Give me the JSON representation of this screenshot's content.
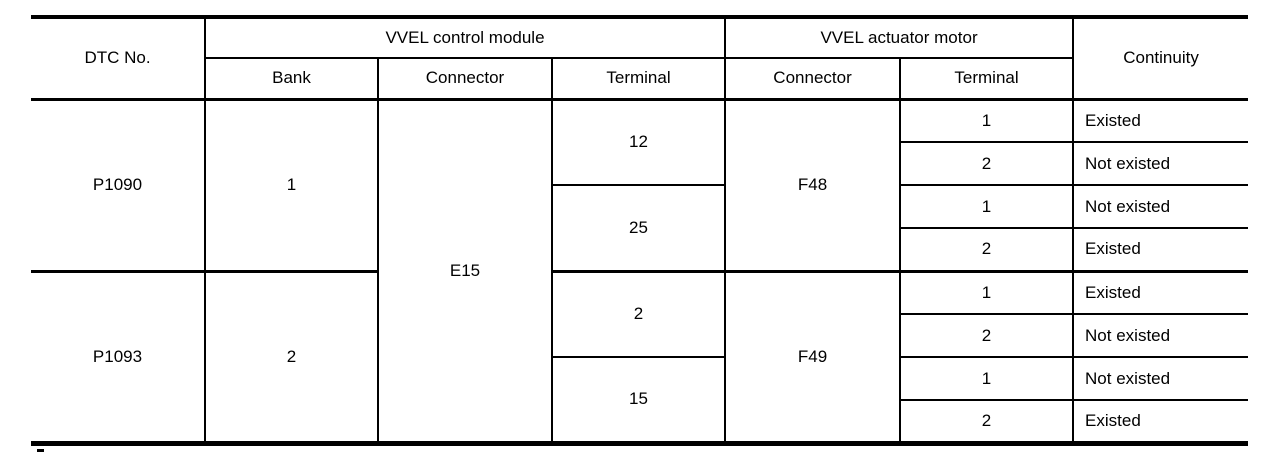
{
  "table": {
    "header": {
      "dtc": "DTC No.",
      "group_control": "VVEL control module",
      "group_actuator": "VVEL actuator motor",
      "continuity": "Continuity",
      "bank": "Bank",
      "module_connector_label": "Connector",
      "module_terminal_label": "Terminal",
      "actuator_connector_label": "Connector",
      "actuator_terminal_label": "Terminal"
    },
    "module_connector": "E15",
    "blocks": [
      {
        "dtc": "P1090",
        "bank": "1",
        "actuator_connector": "F48",
        "terminals": [
          {
            "module_terminal": "12",
            "rows": [
              {
                "act_terminal": "1",
                "continuity": "Existed"
              },
              {
                "act_terminal": "2",
                "continuity": "Not existed"
              }
            ]
          },
          {
            "module_terminal": "25",
            "rows": [
              {
                "act_terminal": "1",
                "continuity": "Not existed"
              },
              {
                "act_terminal": "2",
                "continuity": "Existed"
              }
            ]
          }
        ]
      },
      {
        "dtc": "P1093",
        "bank": "2",
        "actuator_connector": "F49",
        "terminals": [
          {
            "module_terminal": "2",
            "rows": [
              {
                "act_terminal": "1",
                "continuity": "Existed"
              },
              {
                "act_terminal": "2",
                "continuity": "Not existed"
              }
            ]
          },
          {
            "module_terminal": "15",
            "rows": [
              {
                "act_terminal": "1",
                "continuity": "Not existed"
              },
              {
                "act_terminal": "2",
                "continuity": "Existed"
              }
            ]
          }
        ]
      }
    ]
  }
}
